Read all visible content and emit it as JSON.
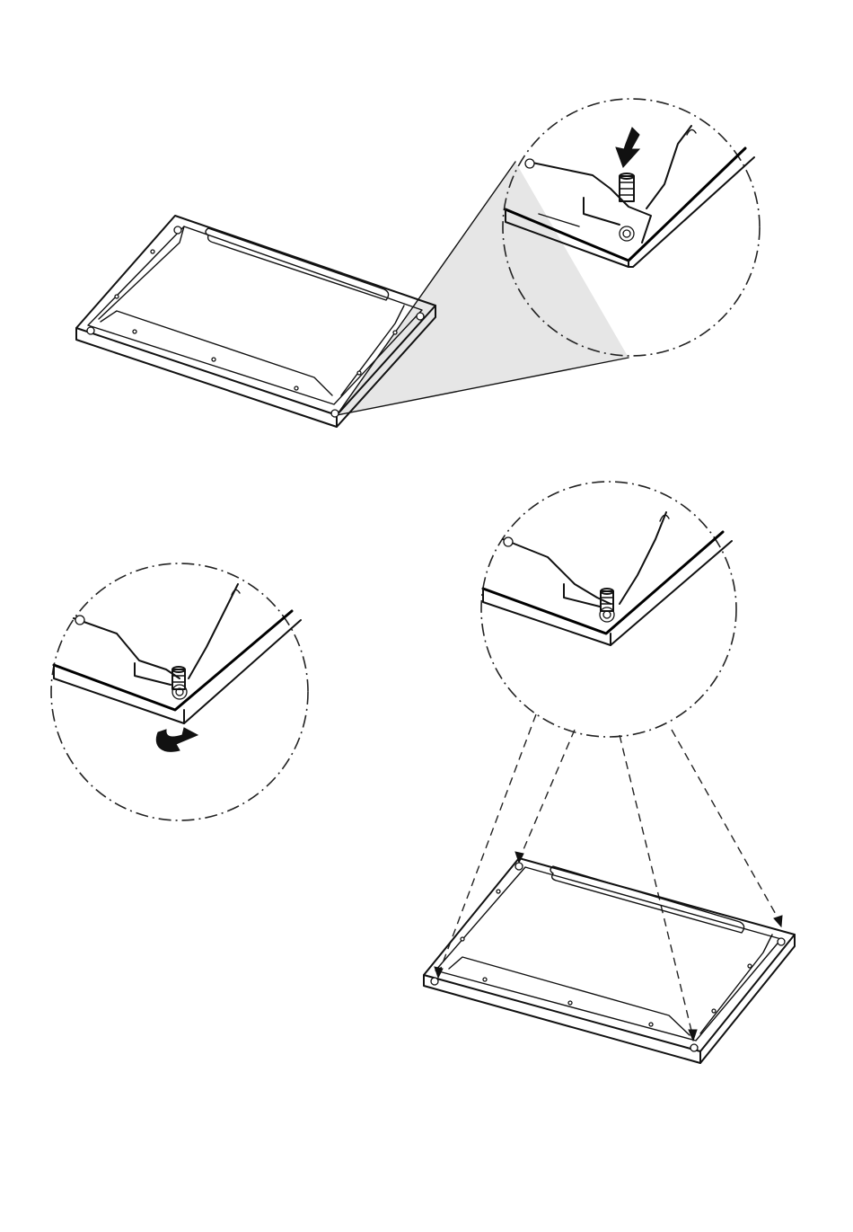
{
  "diagram": {
    "colors": {
      "line": "#111111",
      "zoom_wedge": "#e6e6e6",
      "background": "#ffffff"
    },
    "steps": [
      {
        "id": "insert-foot",
        "icons": [
          "frame-icon",
          "magnify-circle-icon",
          "down-arrow-icon",
          "adjustable-foot-icon"
        ]
      },
      {
        "id": "screw-foot",
        "icons": [
          "magnify-circle-icon",
          "rotate-arrow-icon",
          "adjustable-foot-icon"
        ]
      },
      {
        "id": "fit-all-corners",
        "icons": [
          "magnify-circle-icon",
          "frame-icon",
          "dashed-guide-arrows-icon"
        ]
      }
    ]
  }
}
